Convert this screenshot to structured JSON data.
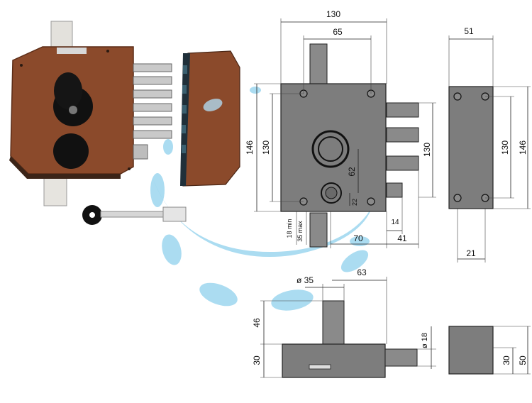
{
  "dimensions": {
    "front_width": "130",
    "cylinder_spacing": "65",
    "front_height_outer": "146",
    "front_height_inner": "130",
    "bolt_span": "130",
    "cylinder_distance": "62",
    "small_offset": "22",
    "spindle_a": "18 min",
    "spindle_b": "35 max",
    "backset": "70",
    "bolt_throw": "14",
    "bolt_offset": "41",
    "side_width": "51",
    "side_height_inner": "130",
    "side_height_outer": "146",
    "side_bottom": "21",
    "diameter_cylinder": "ø 35",
    "bottom_length": "63",
    "bottom_height_upper": "46",
    "bottom_height_lower": "30",
    "bolt_diameter": "ø 18",
    "right_height_a": "30",
    "right_height_b": "50"
  },
  "colors": {
    "lock_body": "#8b4a2b",
    "plate": "#7d7d7d",
    "accent_splash": "#8fd0ec"
  }
}
